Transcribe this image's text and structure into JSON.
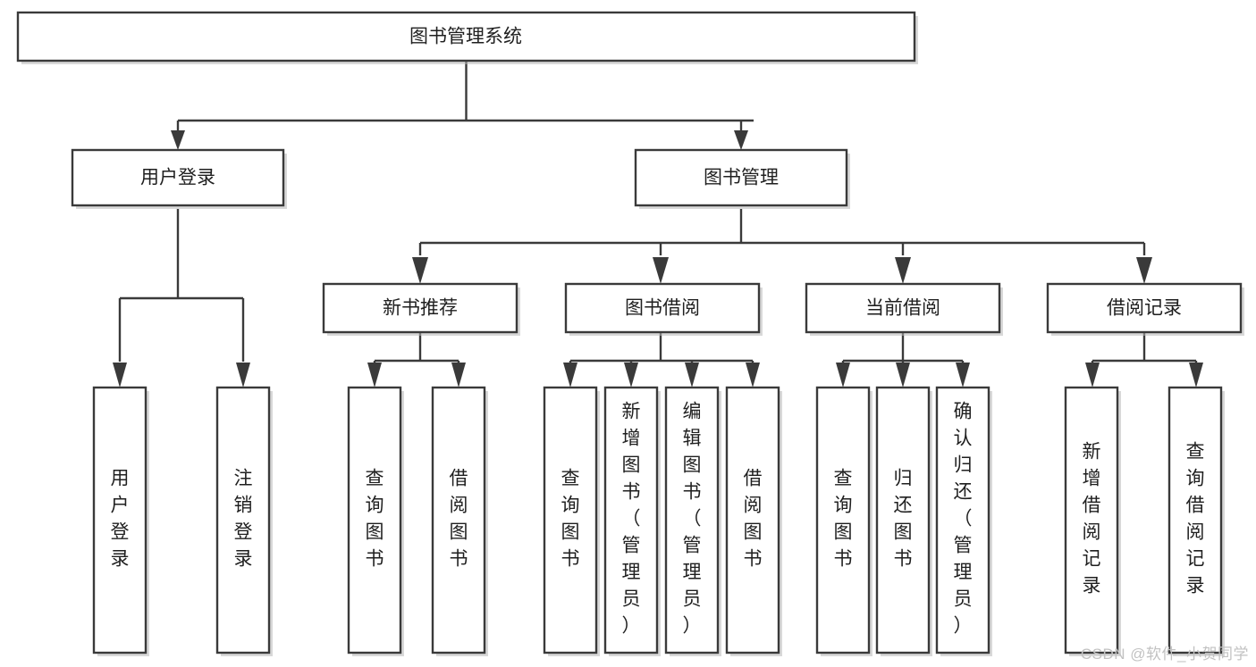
{
  "diagram": {
    "type": "tree-hierarchy",
    "title": "图书管理系统",
    "orientation": "top-down",
    "colors": {
      "box_stroke": "#3a3a3a",
      "box_fill": "#ffffff",
      "text": "#1f1f1f",
      "connector": "#3a3a3a",
      "watermark": "#c2c2c2",
      "background": "#ffffff"
    },
    "root": {
      "label": "图书管理系统"
    },
    "level2": [
      {
        "label": "用户登录"
      },
      {
        "label": "图书管理"
      }
    ],
    "level3": [
      {
        "label": "新书推荐"
      },
      {
        "label": "图书借阅"
      },
      {
        "label": "当前借阅"
      },
      {
        "label": "借阅记录"
      }
    ],
    "leaves": {
      "user_login": [
        "用户登录",
        "注销登录"
      ],
      "new_book_recommend": [
        "查询图书",
        "借阅图书"
      ],
      "book_borrow": [
        "查询图书",
        "新增图书（管理员）",
        "编辑图书（管理员）",
        "借阅图书"
      ],
      "current_borrow": [
        "查询图书",
        "归还图书",
        "确认归还（管理员）"
      ],
      "borrow_record": [
        "新增借阅记录",
        "查询借阅记录"
      ]
    }
  },
  "watermark": {
    "text": "CSDN @软件_小贺同学"
  }
}
